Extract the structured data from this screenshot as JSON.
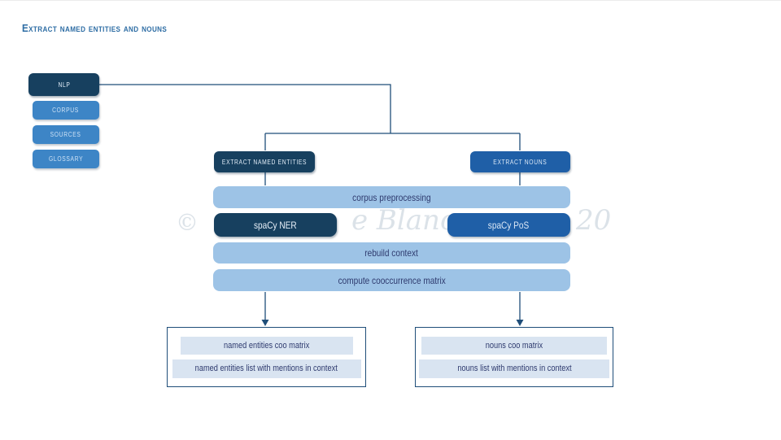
{
  "title": "Extract named entities and nouns",
  "sidebar": {
    "root": "NLP",
    "items": [
      "CORPUS",
      "SOURCES",
      "GLOSSARY"
    ]
  },
  "flow": {
    "left_branch": {
      "label": "EXTRACT NAMED ENTITIES",
      "tool": "spaCy NER"
    },
    "right_branch": {
      "label": "EXTRACT NOUNS",
      "tool": "spaCy PoS"
    },
    "shared_steps": [
      "corpus preprocessing",
      "rebuild context",
      "compute cooccurrence matrix"
    ]
  },
  "outputs": {
    "named_entities": [
      "named entities coo matrix",
      "named entities list with mentions in context"
    ],
    "nouns": [
      "nouns coo matrix",
      "nouns list with mentions in context"
    ]
  },
  "watermark": [
    "©",
    "e Blanc",
    "20"
  ],
  "colors": {
    "dark_navy": "#17405F",
    "sidebar_blue": "#3D85C6",
    "deep_blue": "#1F5FA7",
    "light_blue_bar": "#9DC3E6",
    "pale_blue_bar": "#D9E4F1",
    "connector_navy": "#1F4E79",
    "bar_text_navy": "#2E3A6E",
    "title_blue": "#2E6DA4"
  }
}
